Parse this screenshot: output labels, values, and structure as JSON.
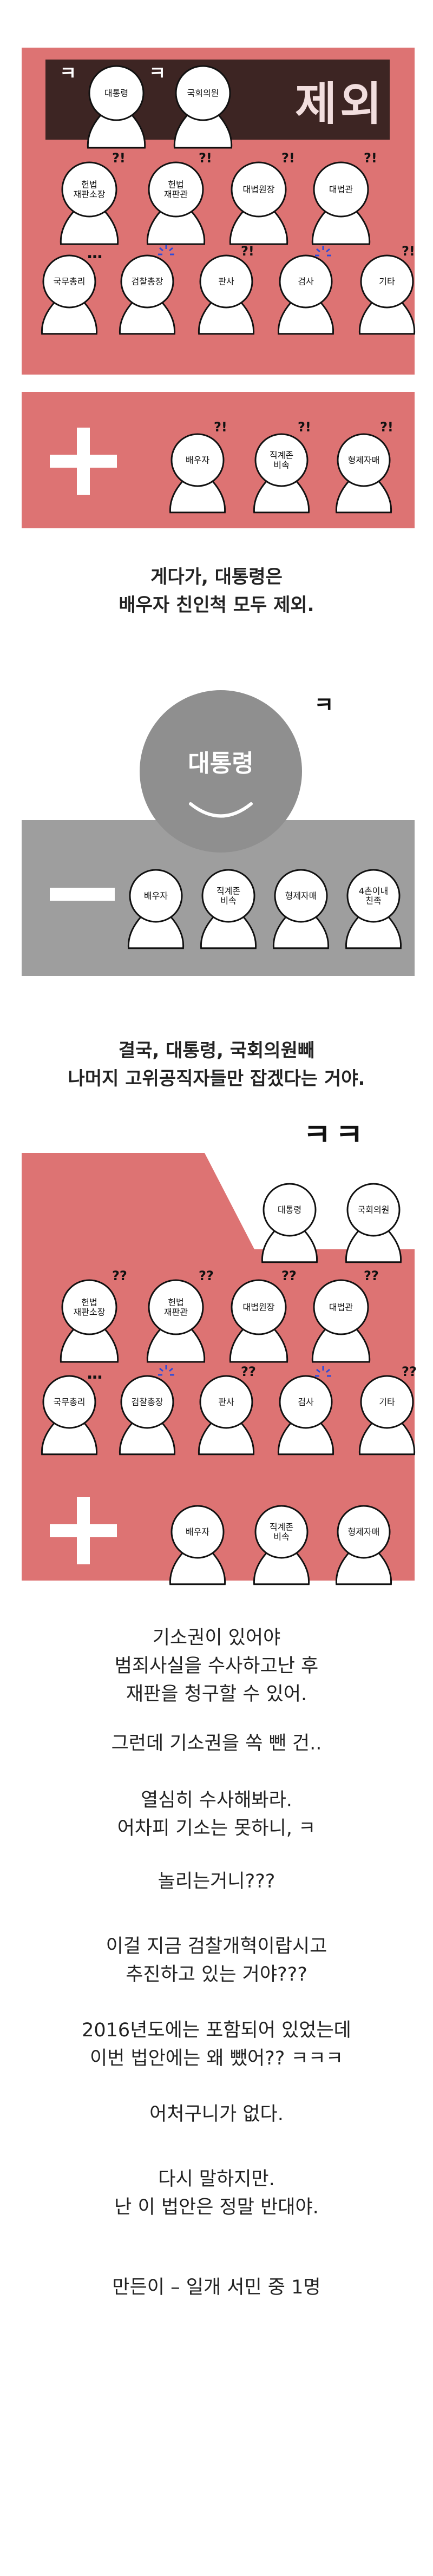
{
  "panel1": {
    "title": "제외",
    "laugh_left": "ㅋ",
    "laugh_right": "ㅋ",
    "top_figures": [
      "대통령",
      "국회의원"
    ],
    "row1": [
      "헌법\n재판소장",
      "헌법\n재판관",
      "대법원장",
      "대법관"
    ],
    "row2": [
      "국무총리",
      "검찰총장",
      "판사",
      "검사",
      "기타"
    ],
    "mark_q": "?!",
    "mark_dots": "..."
  },
  "panel2": {
    "figures": [
      "배우자",
      "직계존\n비속",
      "형제자매"
    ],
    "mark_q": "?!"
  },
  "caption1": "게다가, 대통령은\n배우자 친인척 모두 제외.",
  "panel3": {
    "big_figure": "대통령",
    "laugh": "ㅋ",
    "figures": [
      "배우자",
      "직계존\n비속",
      "형제자매",
      "4촌이내\n친족"
    ]
  },
  "caption2": "결국, 대통령, 국회의원빼\n나머지 고위공직자들만 잡겠다는 거야.",
  "panel4": {
    "laugh": "ㅋㅋ",
    "top_figures": [
      "대통령",
      "국회의원"
    ],
    "row1": [
      "헌법\n재판소장",
      "헌법\n재판관",
      "대법원장",
      "대법관"
    ],
    "row2": [
      "국무총리",
      "검찰총장",
      "판사",
      "검사",
      "기타"
    ],
    "row3": [
      "배우자",
      "직계존\n비속",
      "형제자매"
    ],
    "mark_qq": "??",
    "mark_dots": "..."
  },
  "text_blocks": [
    "기소권이 있어야\n범죄사실을 수사하고난 후\n재판을 청구할 수 있어.",
    "그런데 기소권을 쏙 뺀 건..",
    "열심히 수사해봐라.\n어차피 기소는 못하니, ㅋ",
    "놀리는거니???",
    "이걸 지금 검찰개혁이랍시고\n추진하고 있는 거야???",
    "2016년도에는 포함되어 있었는데\n이번 법안에는 왜 뺐어?? ㅋㅋㅋ",
    "어처구니가 없다.",
    "다시 말하지만.\n난 이 법안은 정말 반대야.",
    "만든이 – 일개 서민 중 1명"
  ],
  "colors": {
    "panel_red": "#dd7373",
    "dark_box": "#3d2523",
    "gray_panel": "#9e9e9e",
    "gray_circle": "#8f8f8f",
    "blue_mark": "#2b4bdc"
  }
}
